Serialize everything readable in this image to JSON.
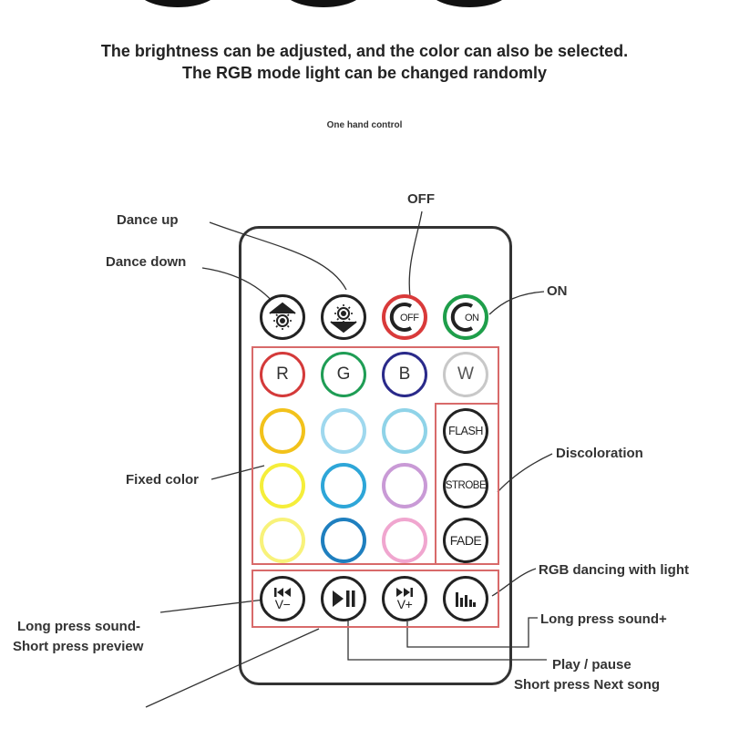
{
  "headline": {
    "line1": "The brightness can be adjusted, and the color can also be selected.",
    "line2": "The RGB mode light can be changed randomly"
  },
  "subtitle": "One hand control",
  "callouts": {
    "off": "OFF",
    "on": "ON",
    "dance_up": "Dance up",
    "dance_down": "Dance down",
    "fixed_color": "Fixed color",
    "discoloration": "Discoloration",
    "rgb_dancing": "RGB dancing with light",
    "long_press_sound_plus": "Long press sound+",
    "long_press_sound_minus": "Long press sound-",
    "short_press_preview": "Short press preview",
    "play_pause": "Play / pause",
    "short_press_next": "Short press Next song"
  },
  "buttons": {
    "off_label": "OFF",
    "on_label": "ON",
    "r": "R",
    "g": "G",
    "b": "B",
    "w": "W",
    "flash": "FLASH",
    "strobe": "STROBE",
    "fade": "FADE",
    "vol_down": "V−",
    "vol_up": "V+"
  },
  "colors": {
    "off_ring": "#d93a3a",
    "on_ring": "#1e9e4a",
    "r_ring": "#d43a3a",
    "g_ring": "#1f9d55",
    "b_ring": "#2a2a8a",
    "w_ring": "#c8c8c8",
    "fixed": [
      [
        "#f2c21b",
        "#9fd8ee",
        "#8fd3e8"
      ],
      [
        "#f5ee3a",
        "#2ea6d8",
        "#c99ad6"
      ],
      [
        "#f8f27a",
        "#1f7fbf",
        "#f0a6cf"
      ]
    ],
    "group_box": "#d86a6a"
  },
  "icons": [
    "sun-up-icon",
    "sun-down-icon",
    "power-icon",
    "prev-track-icon",
    "play-pause-icon",
    "next-track-icon",
    "equalizer-icon"
  ]
}
